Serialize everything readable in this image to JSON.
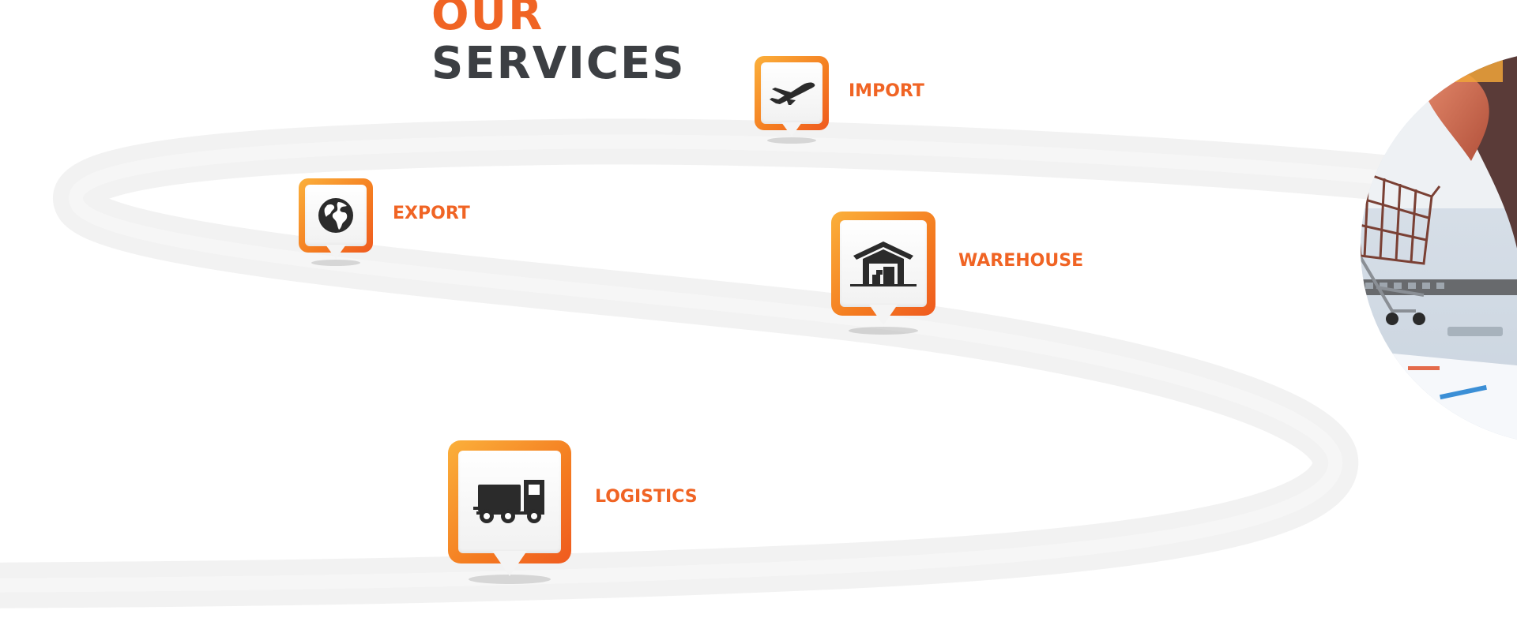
{
  "heading": {
    "line1": "OUR",
    "line2": "SERVICES"
  },
  "services": {
    "import": {
      "label": "IMPORT",
      "icon": "airplane-icon"
    },
    "export": {
      "label": "EXPORT",
      "icon": "globe-icon"
    },
    "warehouse": {
      "label": "WAREHOUSE",
      "icon": "warehouse-icon"
    },
    "logistics": {
      "label": "LOGISTICS",
      "icon": "truck-icon"
    }
  },
  "colors": {
    "accent": "#f06424",
    "heading_dark": "#3c3f43",
    "pin_gradient_start": "#fbb03b",
    "pin_gradient_end": "#ef5a1f",
    "icon": "#2b2b2b",
    "road": "#f2f2f2"
  }
}
